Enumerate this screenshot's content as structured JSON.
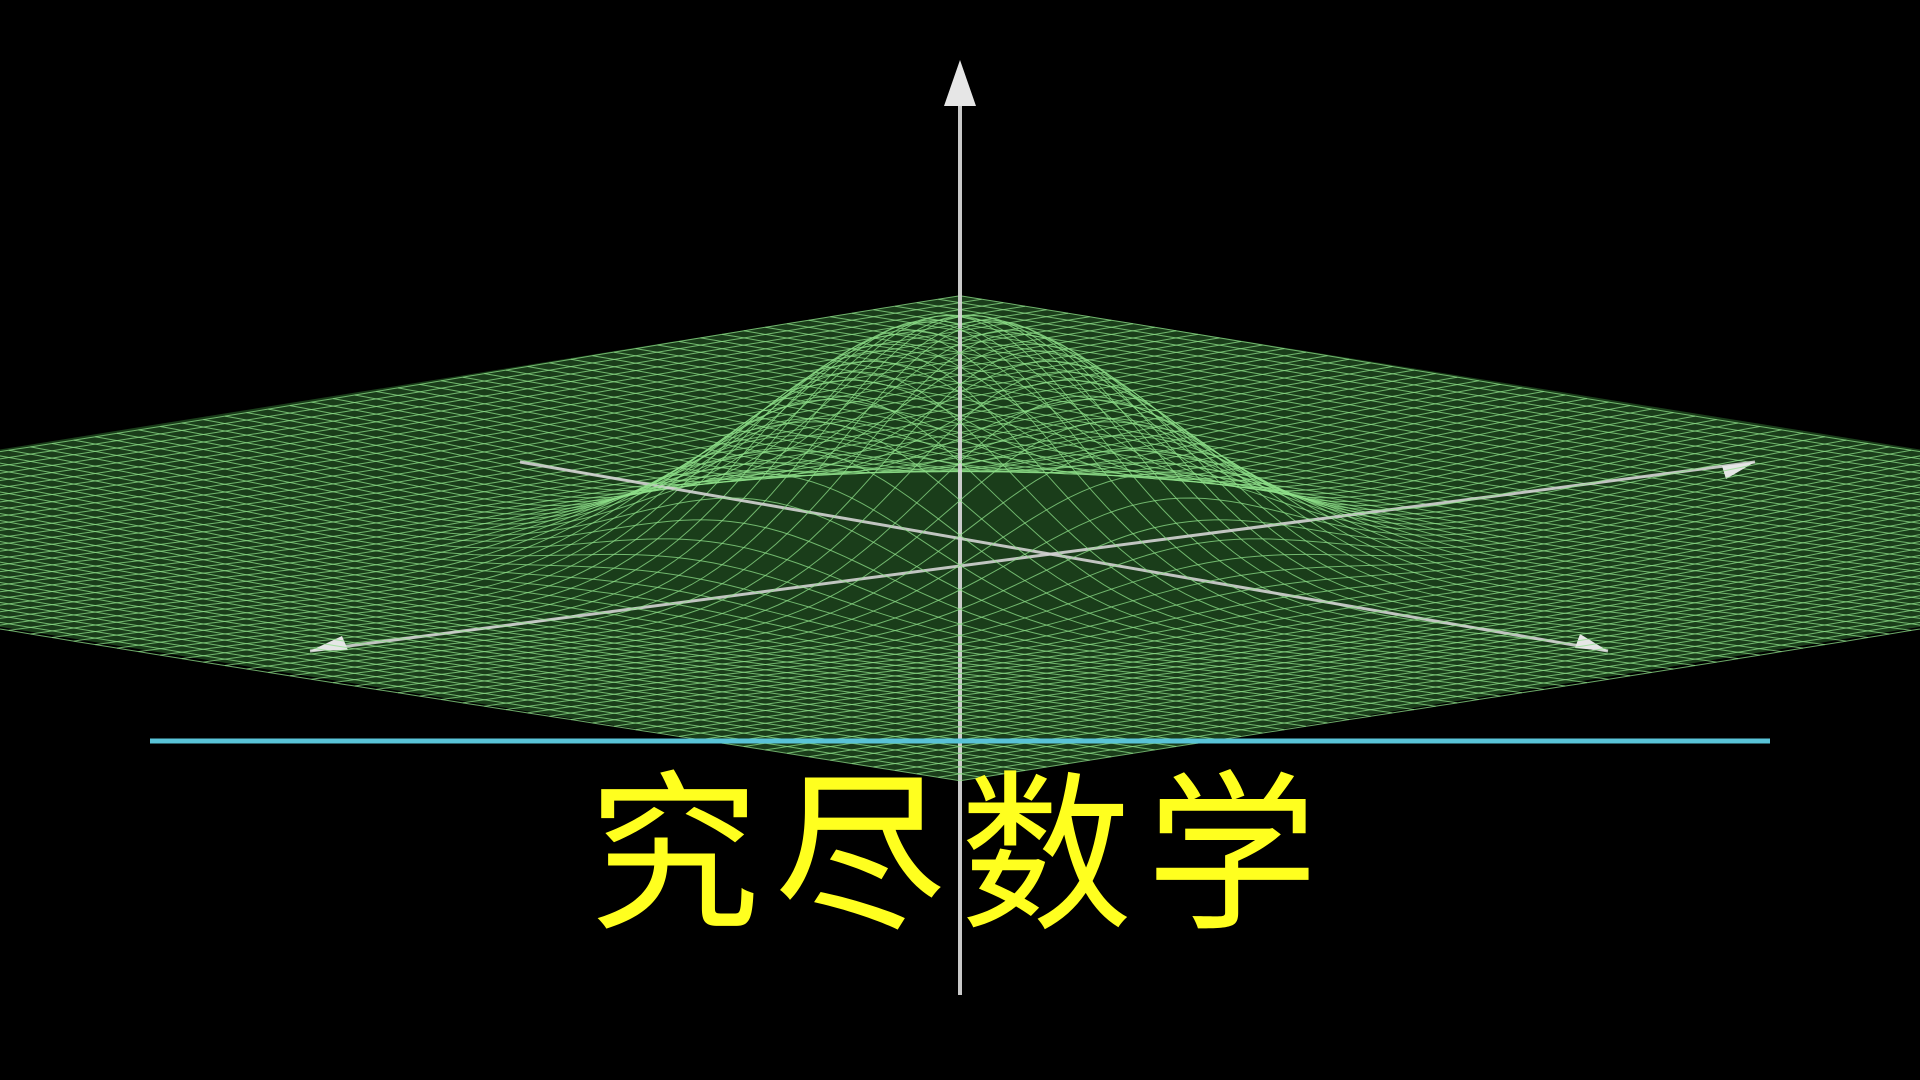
{
  "title": "究尽数学",
  "colors": {
    "background": "#000000",
    "surface_mesh": "#8fe08a",
    "surface_fill": "#2f6f2f",
    "axis": "#cfcfcf",
    "baseline": "#59c3d8",
    "title": "#ffff1f"
  },
  "figure": {
    "type": "3d-surface",
    "surface": "gaussian-bump",
    "axes": [
      "x-axis",
      "y-axis",
      "z-axis"
    ]
  }
}
